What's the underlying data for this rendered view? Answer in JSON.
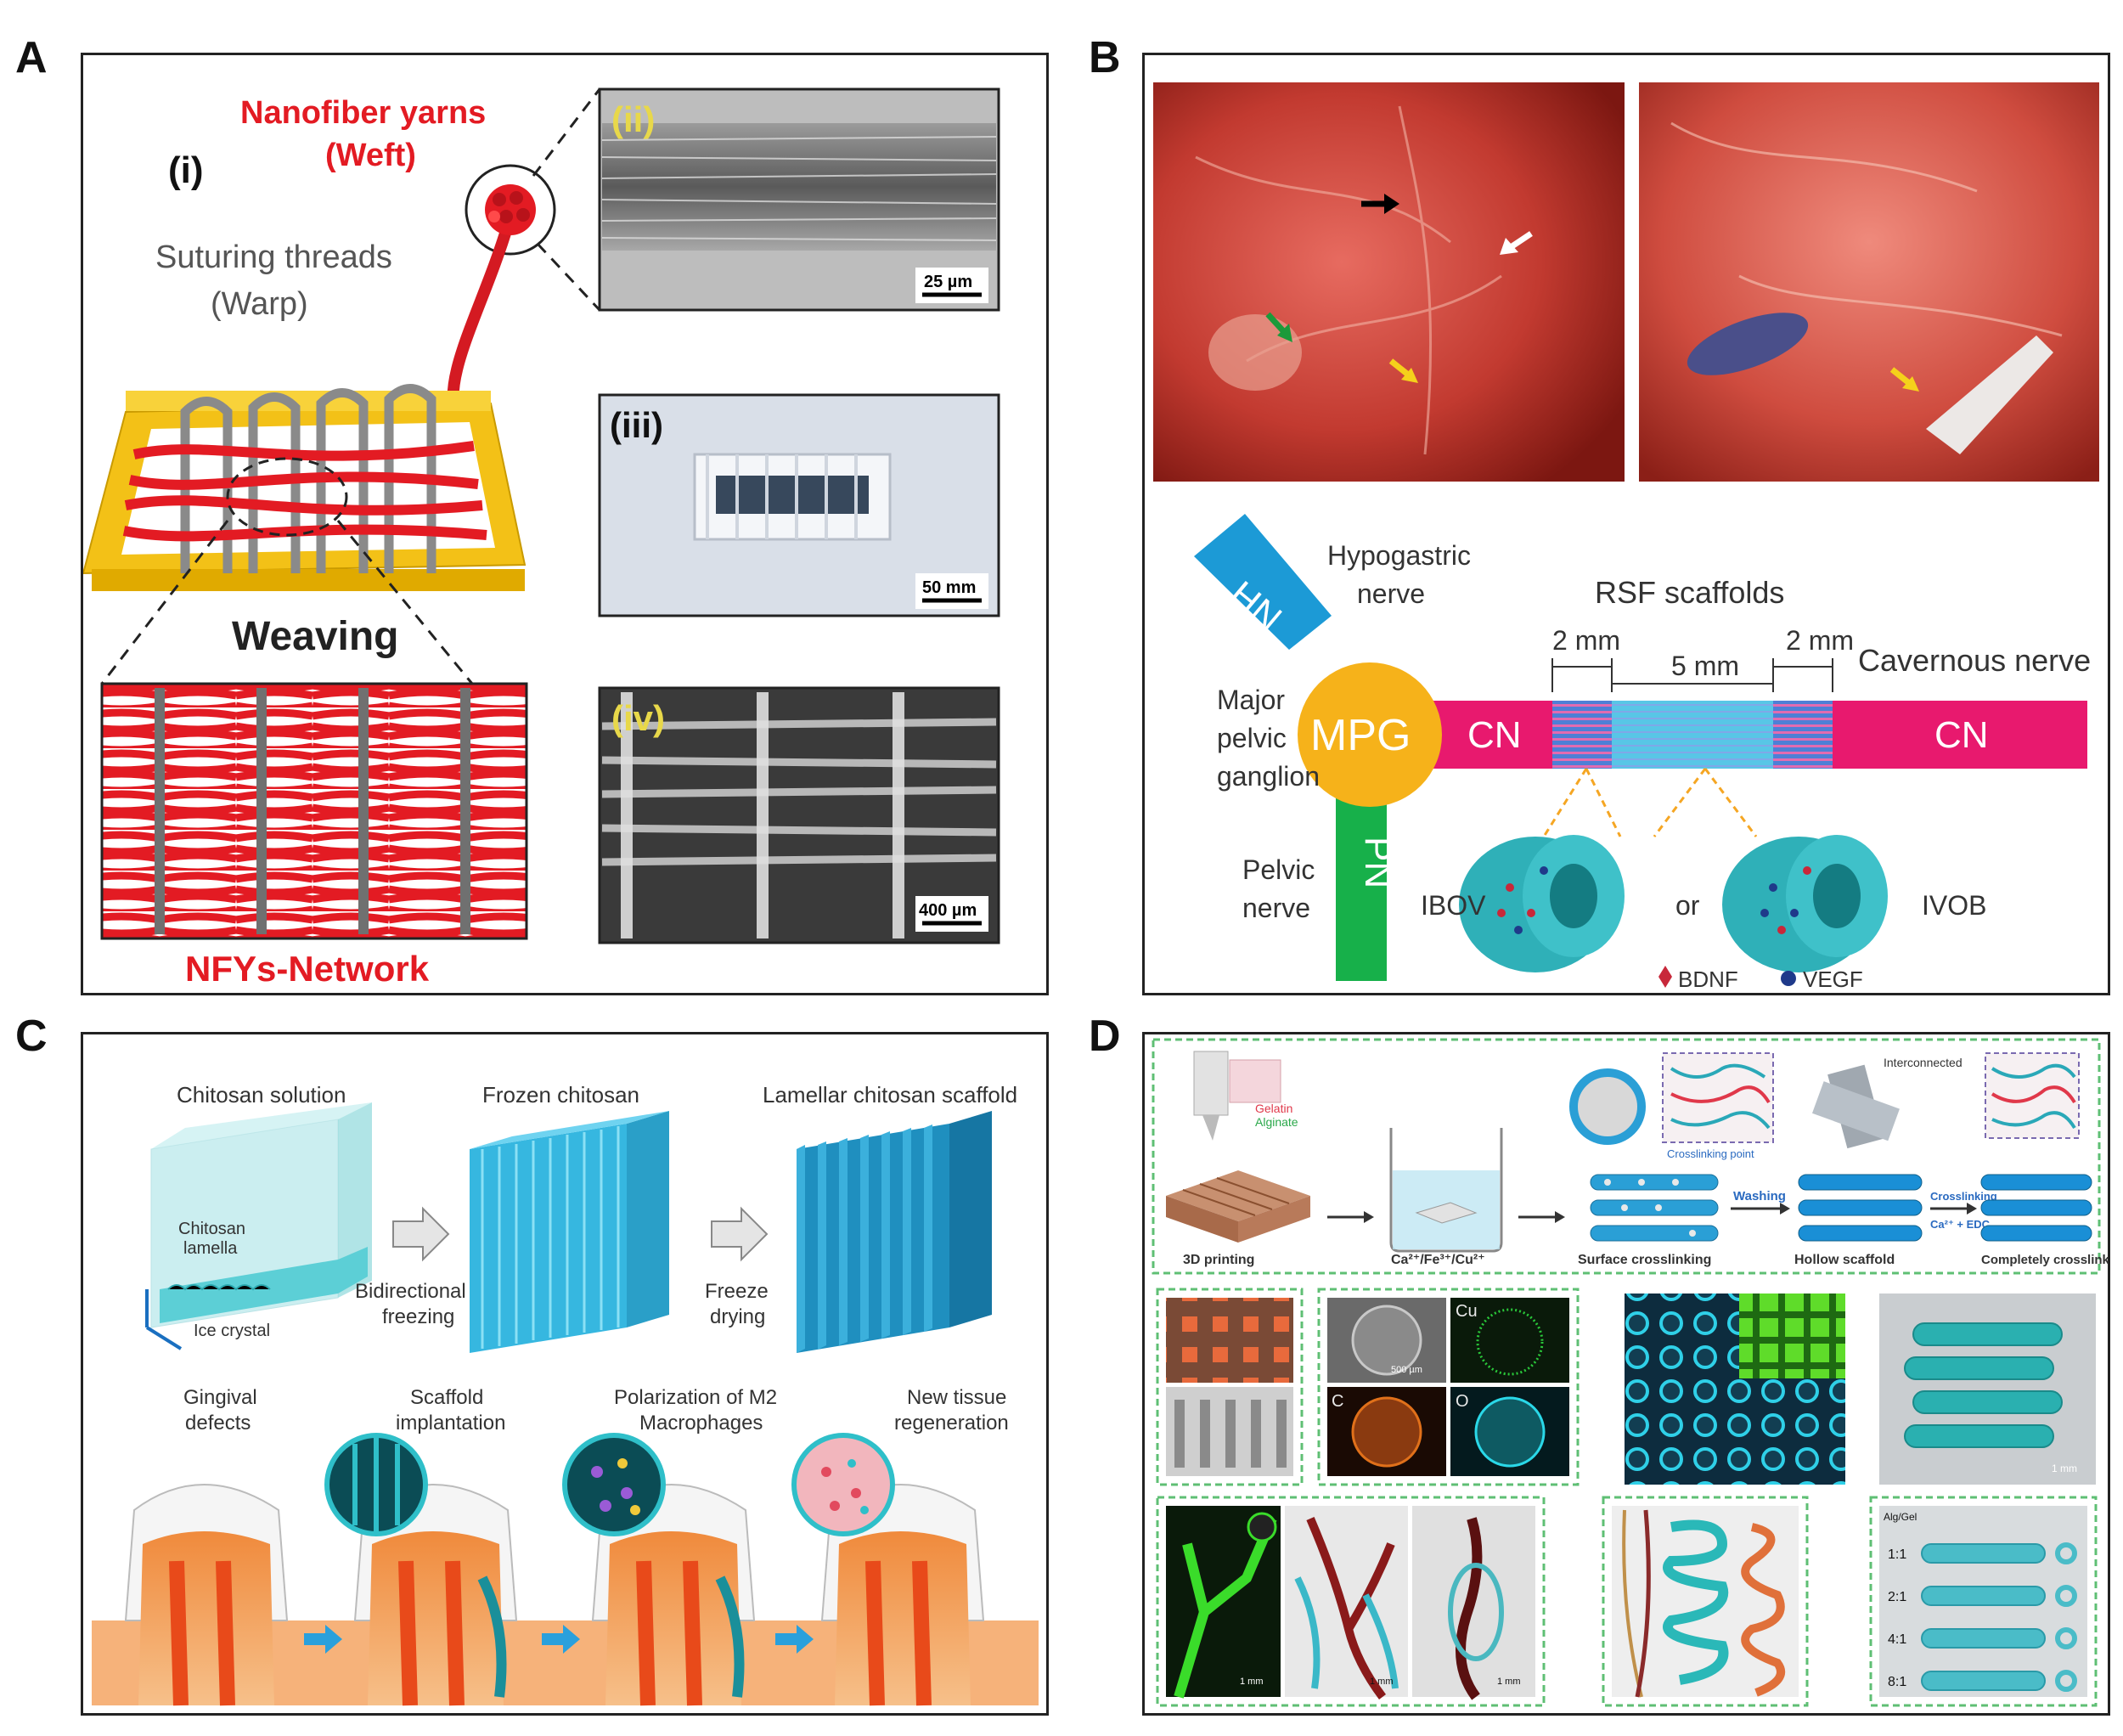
{
  "panels": {
    "a": {
      "letter": "A",
      "sub_i": "(i)",
      "sub_ii": "(ii)",
      "sub_iii": "(iii)",
      "sub_iv": "(iv)",
      "nanofiber_line1": "Nanofiber yarns",
      "nanofiber_line2": "(Weft)",
      "suturing_line1": "Suturing threads",
      "suturing_line2": "(Warp)",
      "weaving": "Weaving",
      "network": "NFYs-Network",
      "scale_ii": "25 µm",
      "scale_iii": "50 mm",
      "scale_iv": "400 µm",
      "colors": {
        "weft": "#e31b23",
        "warp": "#8a8a8a",
        "frame": "#f5c518"
      }
    },
    "b": {
      "letter": "B",
      "hn": "HN",
      "hypogastric_line1": "Hypogastric",
      "hypogastric_line2": "nerve",
      "rsf": "RSF scaffolds",
      "dim_left": "2 mm",
      "dim_mid": "5 mm",
      "dim_right": "2 mm",
      "cavernous": "Cavernous nerve",
      "major_line1": "Major",
      "major_line2": "pelvic",
      "major_line3": "ganglion",
      "mpg": "MPG",
      "cn_left": "CN",
      "cn_right": "CN",
      "pn": "PN",
      "pelvic_line1": "Pelvic",
      "pelvic_line2": "nerve",
      "ibov": "IBOV",
      "or": "or",
      "ivob": "IVOB",
      "legend_bdnf": "BDNF",
      "legend_vegf": "VEGF",
      "colors": {
        "cn": "#e8196e",
        "pn": "#17b04a",
        "hn": "#1c9ad6",
        "mpg": "#f6b21a",
        "scaffold": "#3fc1c9"
      }
    },
    "c": {
      "letter": "C",
      "solution": "Chitosan solution",
      "frozen": "Frozen chitosan",
      "lamellar": "Lamellar chitosan scaffold",
      "lamella_line1": "Chitosan",
      "lamella_line2": "lamella",
      "ice": "Ice crystal",
      "step1_line1": "Bidirectional",
      "step1_line2": "freezing",
      "step2_line1": "Freeze",
      "step2_line2": "drying",
      "stage1_line1": "Gingival",
      "stage1_line2": "defects",
      "stage2_line1": "Scaffold",
      "stage2_line2": "implantation",
      "stage3_line1": "Polarization of M2",
      "stage3_line2": "Macrophages",
      "stage4_line1": "New tissue",
      "stage4_line2": "regeneration"
    },
    "d": {
      "letter": "D",
      "gelatin": "Gelatin",
      "alginate": "Alginate",
      "crosslinking_point": "Crosslinking point",
      "interconnected": "Interconnected",
      "washing": "Washing",
      "crosslinking": "Crosslinking",
      "crosslink_agents": "Ca²⁺ + EDC",
      "printing": "3D printing",
      "ions": "Ca²⁺/Fe³⁺/Cu²⁺",
      "surface": "Surface crosslinking",
      "hollow": "Hollow scaffold",
      "complete": "Completely crosslinked",
      "cu": "Cu",
      "c": "C",
      "o": "O",
      "mgfield": "Alg/Gel",
      "ratios": [
        "1:1",
        "2:1",
        "4:1",
        "8:1"
      ],
      "scale_1mm": "1 mm",
      "scale_500um": "500 µm"
    }
  }
}
